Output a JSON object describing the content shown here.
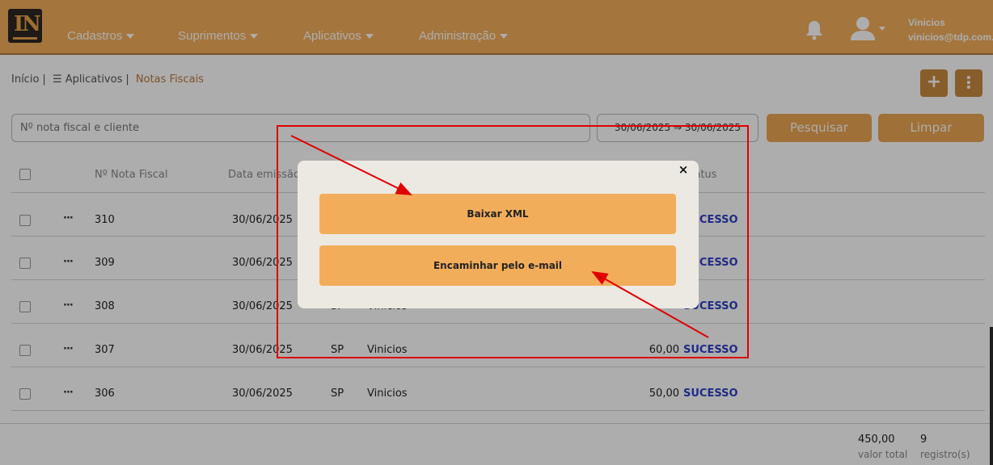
{
  "header": {
    "nav": [
      "Cadastros",
      "Suprimentos",
      "Aplicativos",
      "Administração"
    ],
    "user_name": "Vinicios",
    "user_email": "vinicios@tdp.com.br",
    "icons": {
      "logo": "in-logo",
      "bell": "bell-icon",
      "user": "user-icon"
    }
  },
  "breadcrumb": {
    "home": "Início",
    "apps": "Aplicativos",
    "current": "Notas Fiscais"
  },
  "toolbar": {
    "add_label": "+",
    "more_label": "⋮"
  },
  "filters": {
    "search_placeholder": "Nº nota fiscal e cliente",
    "date_range": "30/06/2025 ⇒ 30/06/2025",
    "search_button": "Pesquisar",
    "clear_button": "Limpar"
  },
  "table": {
    "headers": {
      "number": "Nº Nota Fiscal",
      "date": "Data emissão",
      "status": "Status"
    },
    "rows": [
      {
        "number": "310",
        "date": "30/06/2025",
        "uf": "",
        "client": "",
        "amount": "",
        "status": "SUCESSO"
      },
      {
        "number": "309",
        "date": "30/06/2025",
        "uf": "",
        "client": "",
        "amount": "",
        "status": "SUCESSO"
      },
      {
        "number": "308",
        "date": "30/06/2025",
        "uf": "SP",
        "client": "Vinicios",
        "amount": "",
        "status": "SUCESSO"
      },
      {
        "number": "307",
        "date": "30/06/2025",
        "uf": "SP",
        "client": "Vinicios",
        "amount": "60,00",
        "status": "SUCESSO"
      },
      {
        "number": "306",
        "date": "30/06/2025",
        "uf": "SP",
        "client": "Vinicios",
        "amount": "50,00",
        "status": "SUCESSO"
      }
    ],
    "row_menu_label": "···"
  },
  "footer": {
    "total_value": "450,00",
    "total_label": "valor total",
    "records_value": "9",
    "records_label": "registro(s)"
  },
  "modal": {
    "close_label": "×",
    "download_xml": "Baixar XML",
    "forward_email": "Encaminhar pelo e-mail"
  },
  "colors": {
    "header": "#f2ad5b",
    "accent": "#eba551",
    "status": "#2f3fc8",
    "annotation": "#e00000"
  }
}
